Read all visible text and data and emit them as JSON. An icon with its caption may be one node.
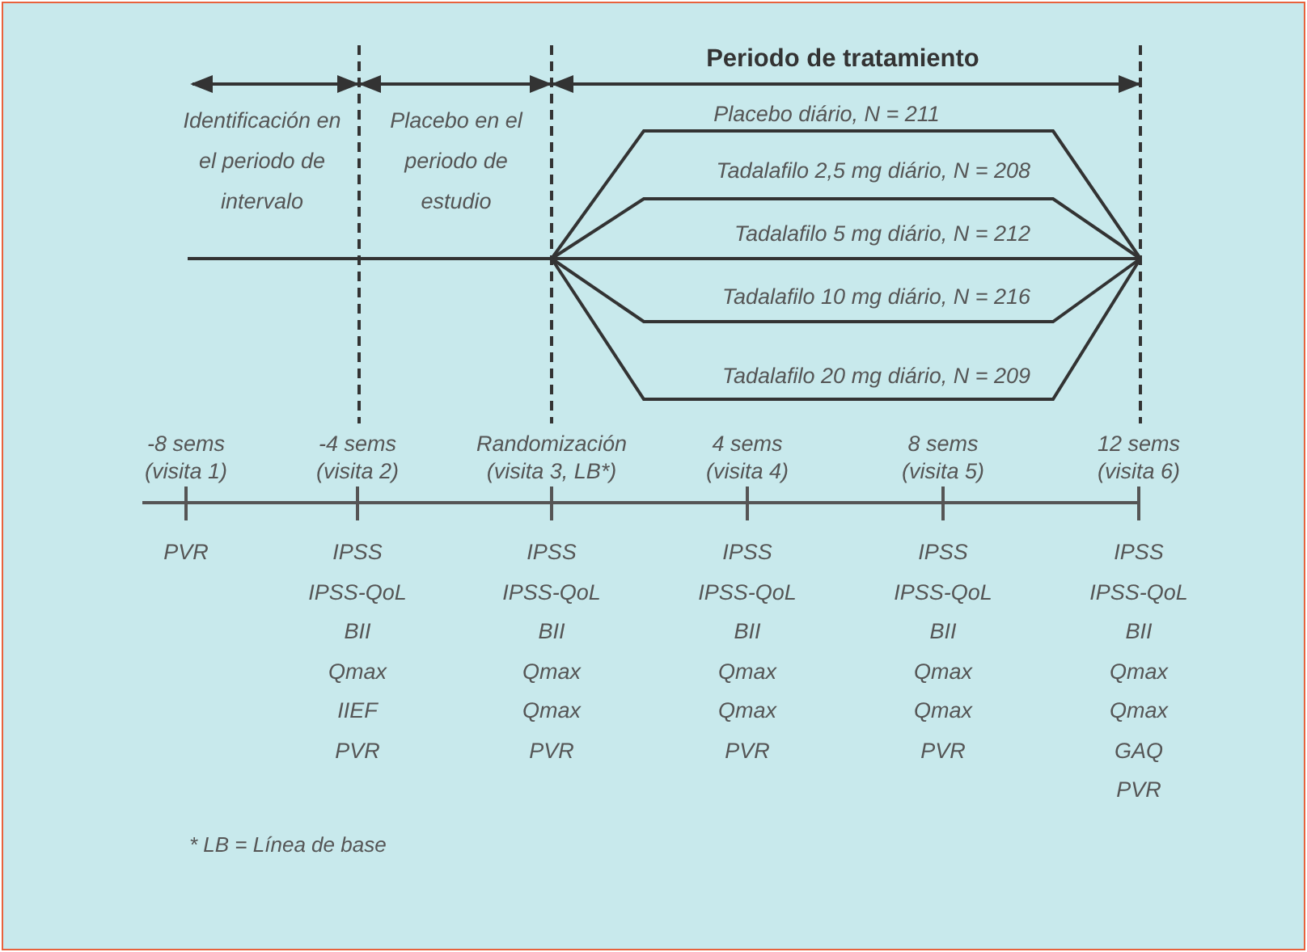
{
  "diagram": {
    "labels": [
      "Periodo de tratamiento",
      "Identificación en el periodo de intervalo",
      "Placebo en el periodo de estudio",
      "Placebo diário, N = 211",
      "Tadalafilo 2,5 mg diário, N = 208",
      "Tadalafilo 5 mg diário, N = 212",
      "Tadalafilo 10 mg diário, N = 216",
      "Tadalafilo 20 mg diário, N = 209",
      "-8 sems (visita 1)",
      "-4 sems (visita 2)",
      "Randomización (visita 3, LB*)",
      "4 sems (visita 4)",
      "8 sems (visita 5)",
      "12 sems (visita 6)",
      "PVR",
      "IPSS",
      "IPSS-QoL",
      "BII",
      "Qmax",
      "IIEF",
      "PVR",
      "IPSS",
      "IPSS-QoL",
      "BII",
      "Qmax",
      "Qmax",
      "PVR",
      "IPSS",
      "IPSS-QoL",
      "BII",
      "Qmax",
      "Qmax",
      "PVR",
      "IPSS",
      "IPSS-QoL",
      "BII",
      "Qmax",
      "Qmax",
      "PVR",
      "IPSS",
      "IPSS-QoL",
      "BII",
      "Qmax",
      "Qmax",
      "GAQ",
      "PVR",
      "* LB = Línea de base"
    ]
  }
}
